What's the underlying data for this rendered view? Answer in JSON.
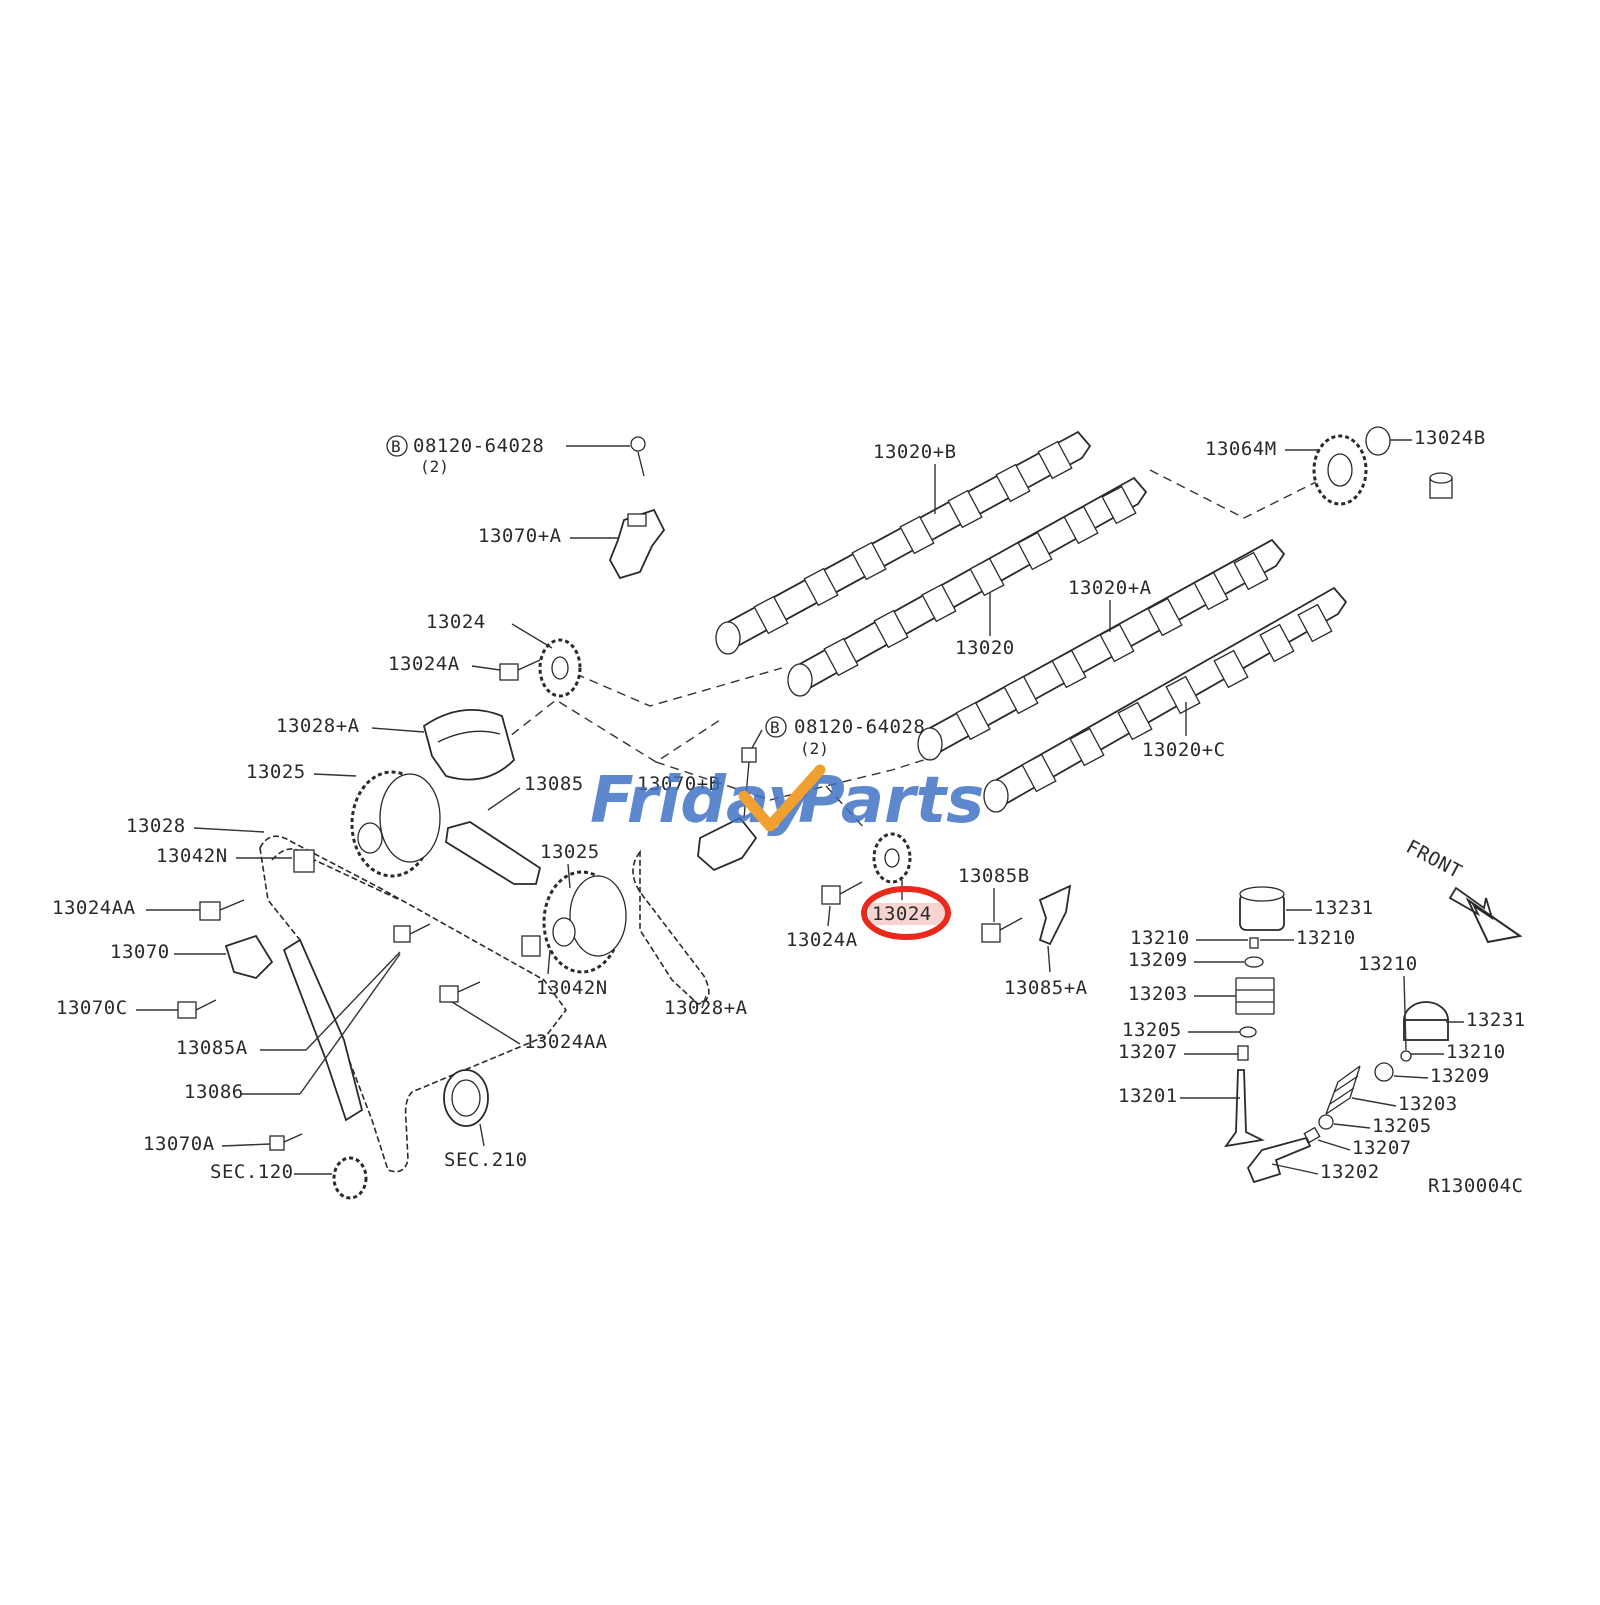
{
  "diagram": {
    "watermark": {
      "text_a": "Friday",
      "text_b": "Parts",
      "accent_color": "#f0a030",
      "brand_color": "#3a6fc4"
    },
    "highlight": {
      "label": "13024",
      "circle_color": "#e8291c"
    },
    "figure_code": "R130004C",
    "front_label": "FRONT",
    "labels": {
      "bolt_b_top": "08120-64028",
      "qty_top": "(2)",
      "bolt_b_mid": "08120-64028",
      "qty_mid": "(2)",
      "b_marker": "B",
      "l13070pA": "13070+A",
      "l13020pB": "13020+B",
      "l13064M": "13064M",
      "l13024B": "13024B",
      "l13024_top": "13024",
      "l13024A_top": "13024A",
      "l13020": "13020",
      "l13020pA": "13020+A",
      "l13020pC": "13020+C",
      "l13028pA_top": "13028+A",
      "l13025_left": "13025",
      "l13085": "13085",
      "l13070pB": "13070+B",
      "l13025_mid": "13025",
      "l13028": "13028",
      "l13042N_left": "13042N",
      "l13024AA_left": "13024AA",
      "l13070": "13070",
      "l13070C": "13070C",
      "l13085A": "13085A",
      "l13086": "13086",
      "l13070A": "13070A",
      "lSEC120": "SEC.120",
      "lSEC210": "SEC.210",
      "l13042N_mid": "13042N",
      "l13024AA_mid": "13024AA",
      "l13028pA_mid": "13028+A",
      "l13024A_mid": "13024A",
      "l13085B": "13085B",
      "l13085pA": "13085+A",
      "l13231_a": "13231",
      "l13210_a": "13210",
      "l13210_b": "13210",
      "l13209_a": "13209",
      "l13203_a": "13203",
      "l13205_a": "13205",
      "l13207_a": "13207",
      "l13201": "13201",
      "l13210_c": "13210",
      "l13231_b": "13231",
      "l13210_d": "13210",
      "l13209_b": "13209",
      "l13203_b": "13203",
      "l13205_b": "13205",
      "l13207_b": "13207",
      "l13202": "13202"
    }
  }
}
